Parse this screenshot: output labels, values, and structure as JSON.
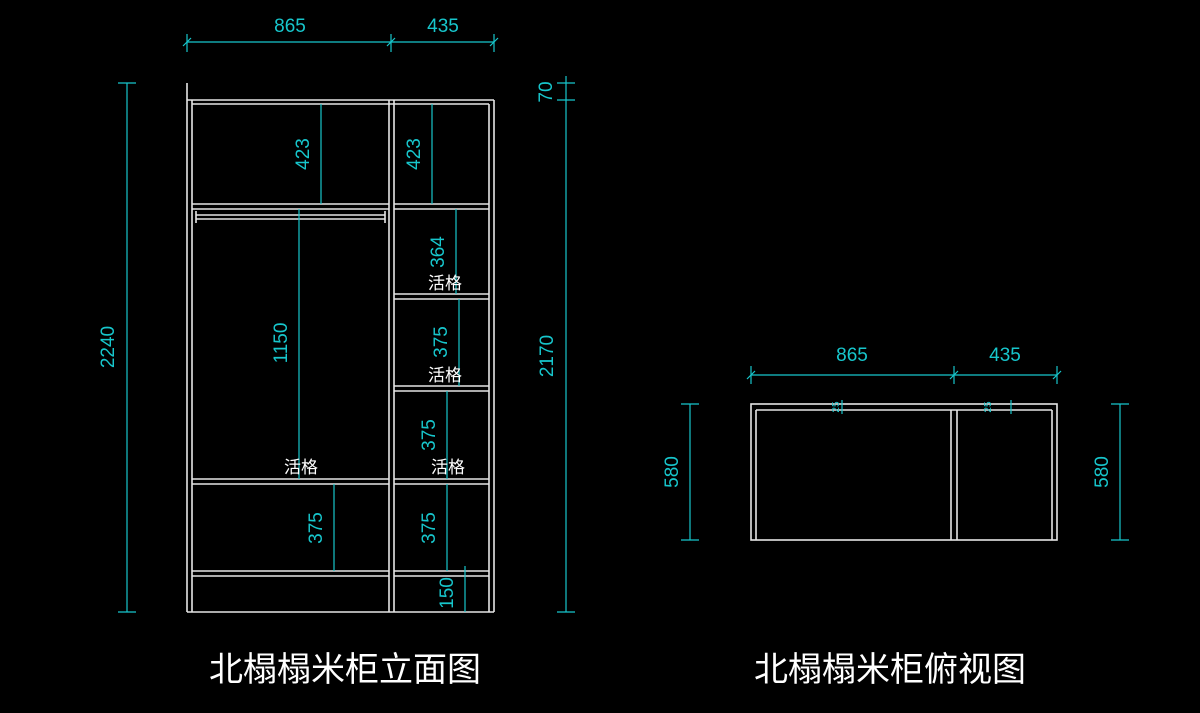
{
  "elevation": {
    "title": "北榻榻米柜立面图",
    "top_dims": [
      "865",
      "435"
    ],
    "height_left": "2240",
    "height_right": "2170",
    "top_gap": "70",
    "left_dims": [
      "423",
      "1150",
      "375"
    ],
    "right_dims": [
      "423",
      "364",
      "375",
      "375",
      "375",
      "150"
    ],
    "notes": [
      "活格",
      "活格",
      "活格",
      "活格"
    ]
  },
  "plan": {
    "title": "北榻榻米柜俯视图",
    "top_dims": [
      "865",
      "435"
    ],
    "depth_left": "580",
    "depth_right": "580",
    "small_left": "25",
    "small_right": "25"
  },
  "colors": {
    "line": "#e6e6e6",
    "dimension": "#17c6cc",
    "background": "#000000"
  }
}
